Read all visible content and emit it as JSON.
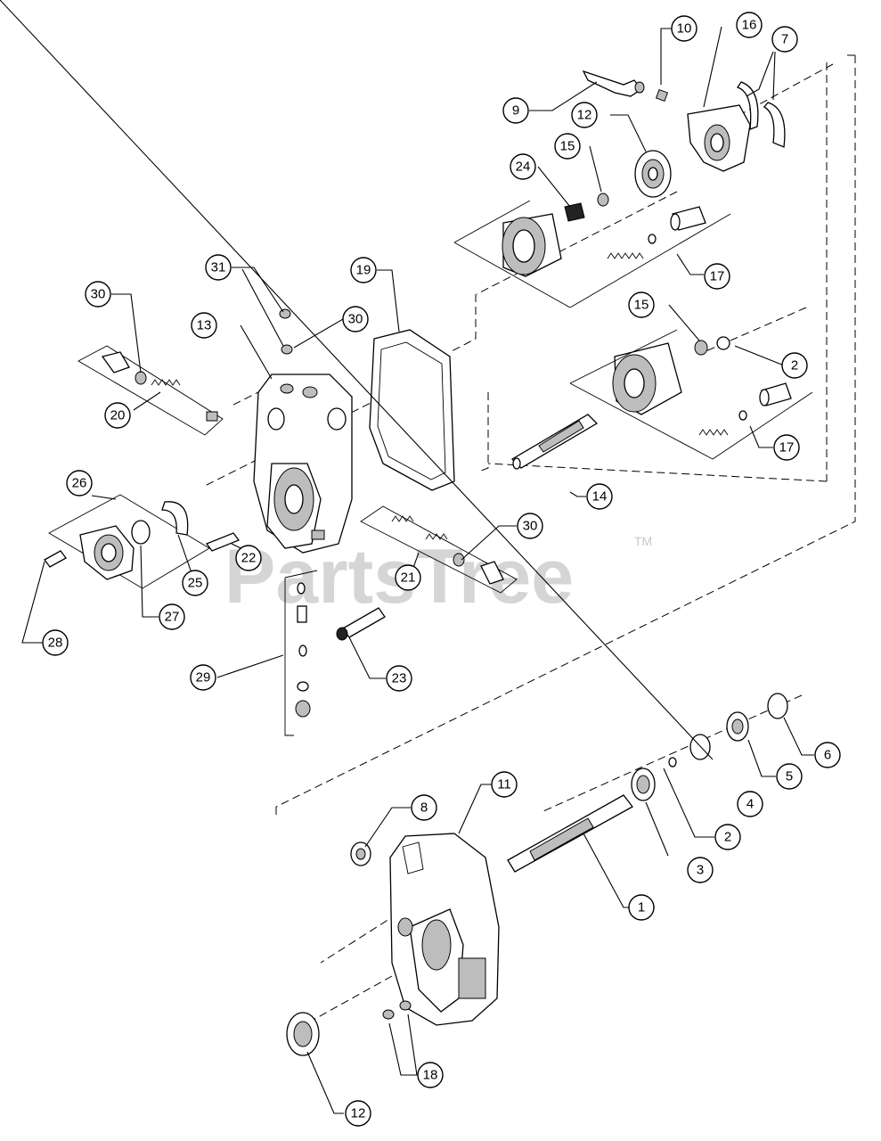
{
  "watermark": {
    "text": "PartsTree",
    "trademark": "TM"
  },
  "callouts": [
    {
      "label": "1"
    },
    {
      "label": "2"
    },
    {
      "label": "2"
    },
    {
      "label": "3"
    },
    {
      "label": "4"
    },
    {
      "label": "5"
    },
    {
      "label": "6"
    },
    {
      "label": "7"
    },
    {
      "label": "8"
    },
    {
      "label": "9"
    },
    {
      "label": "10"
    },
    {
      "label": "11"
    },
    {
      "label": "12"
    },
    {
      "label": "12"
    },
    {
      "label": "13"
    },
    {
      "label": "14"
    },
    {
      "label": "15"
    },
    {
      "label": "15"
    },
    {
      "label": "16"
    },
    {
      "label": "17"
    },
    {
      "label": "17"
    },
    {
      "label": "18"
    },
    {
      "label": "19"
    },
    {
      "label": "20"
    },
    {
      "label": "21"
    },
    {
      "label": "22"
    },
    {
      "label": "23"
    },
    {
      "label": "24"
    },
    {
      "label": "25"
    },
    {
      "label": "26"
    },
    {
      "label": "27"
    },
    {
      "label": "28"
    },
    {
      "label": "29"
    },
    {
      "label": "30"
    },
    {
      "label": "30"
    },
    {
      "label": "30"
    },
    {
      "label": "31"
    }
  ]
}
